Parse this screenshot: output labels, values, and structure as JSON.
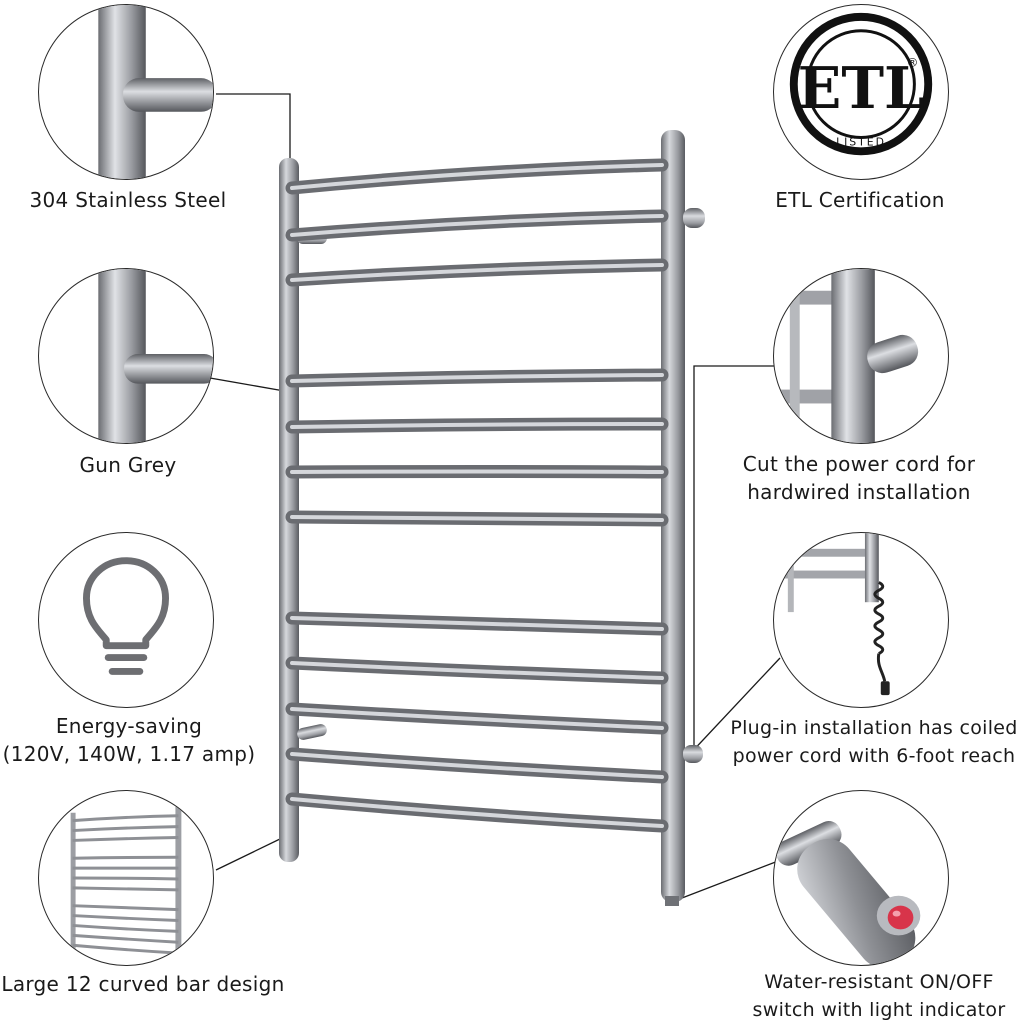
{
  "features": {
    "stainless": "304 Stainless Steel",
    "etl": "ETL Certification",
    "gun_grey": "Gun Grey",
    "hardwired_line1": "Cut the power cord for",
    "hardwired_line2": "hardwired installation",
    "energy_line1": "Energy-saving",
    "energy_line2": "(120V, 140W, 1.17 amp)",
    "plugin_line1": "Plug-in installation has coiled",
    "plugin_line2": "power cord with 6-foot reach",
    "design": "Large 12 curved bar design",
    "switch_line1": "Water-resistant ON/OFF",
    "switch_line2": "switch with light indicator"
  },
  "etl_logo": {
    "letters": "ETL",
    "listed": "LISTED",
    "reg": "®"
  },
  "colors": {
    "steel": "#8f9196",
    "steel_dark": "#5c5e63",
    "steel_light": "#c9cbcf",
    "line": "#1a1a1a",
    "indicator": "#d8344a"
  }
}
